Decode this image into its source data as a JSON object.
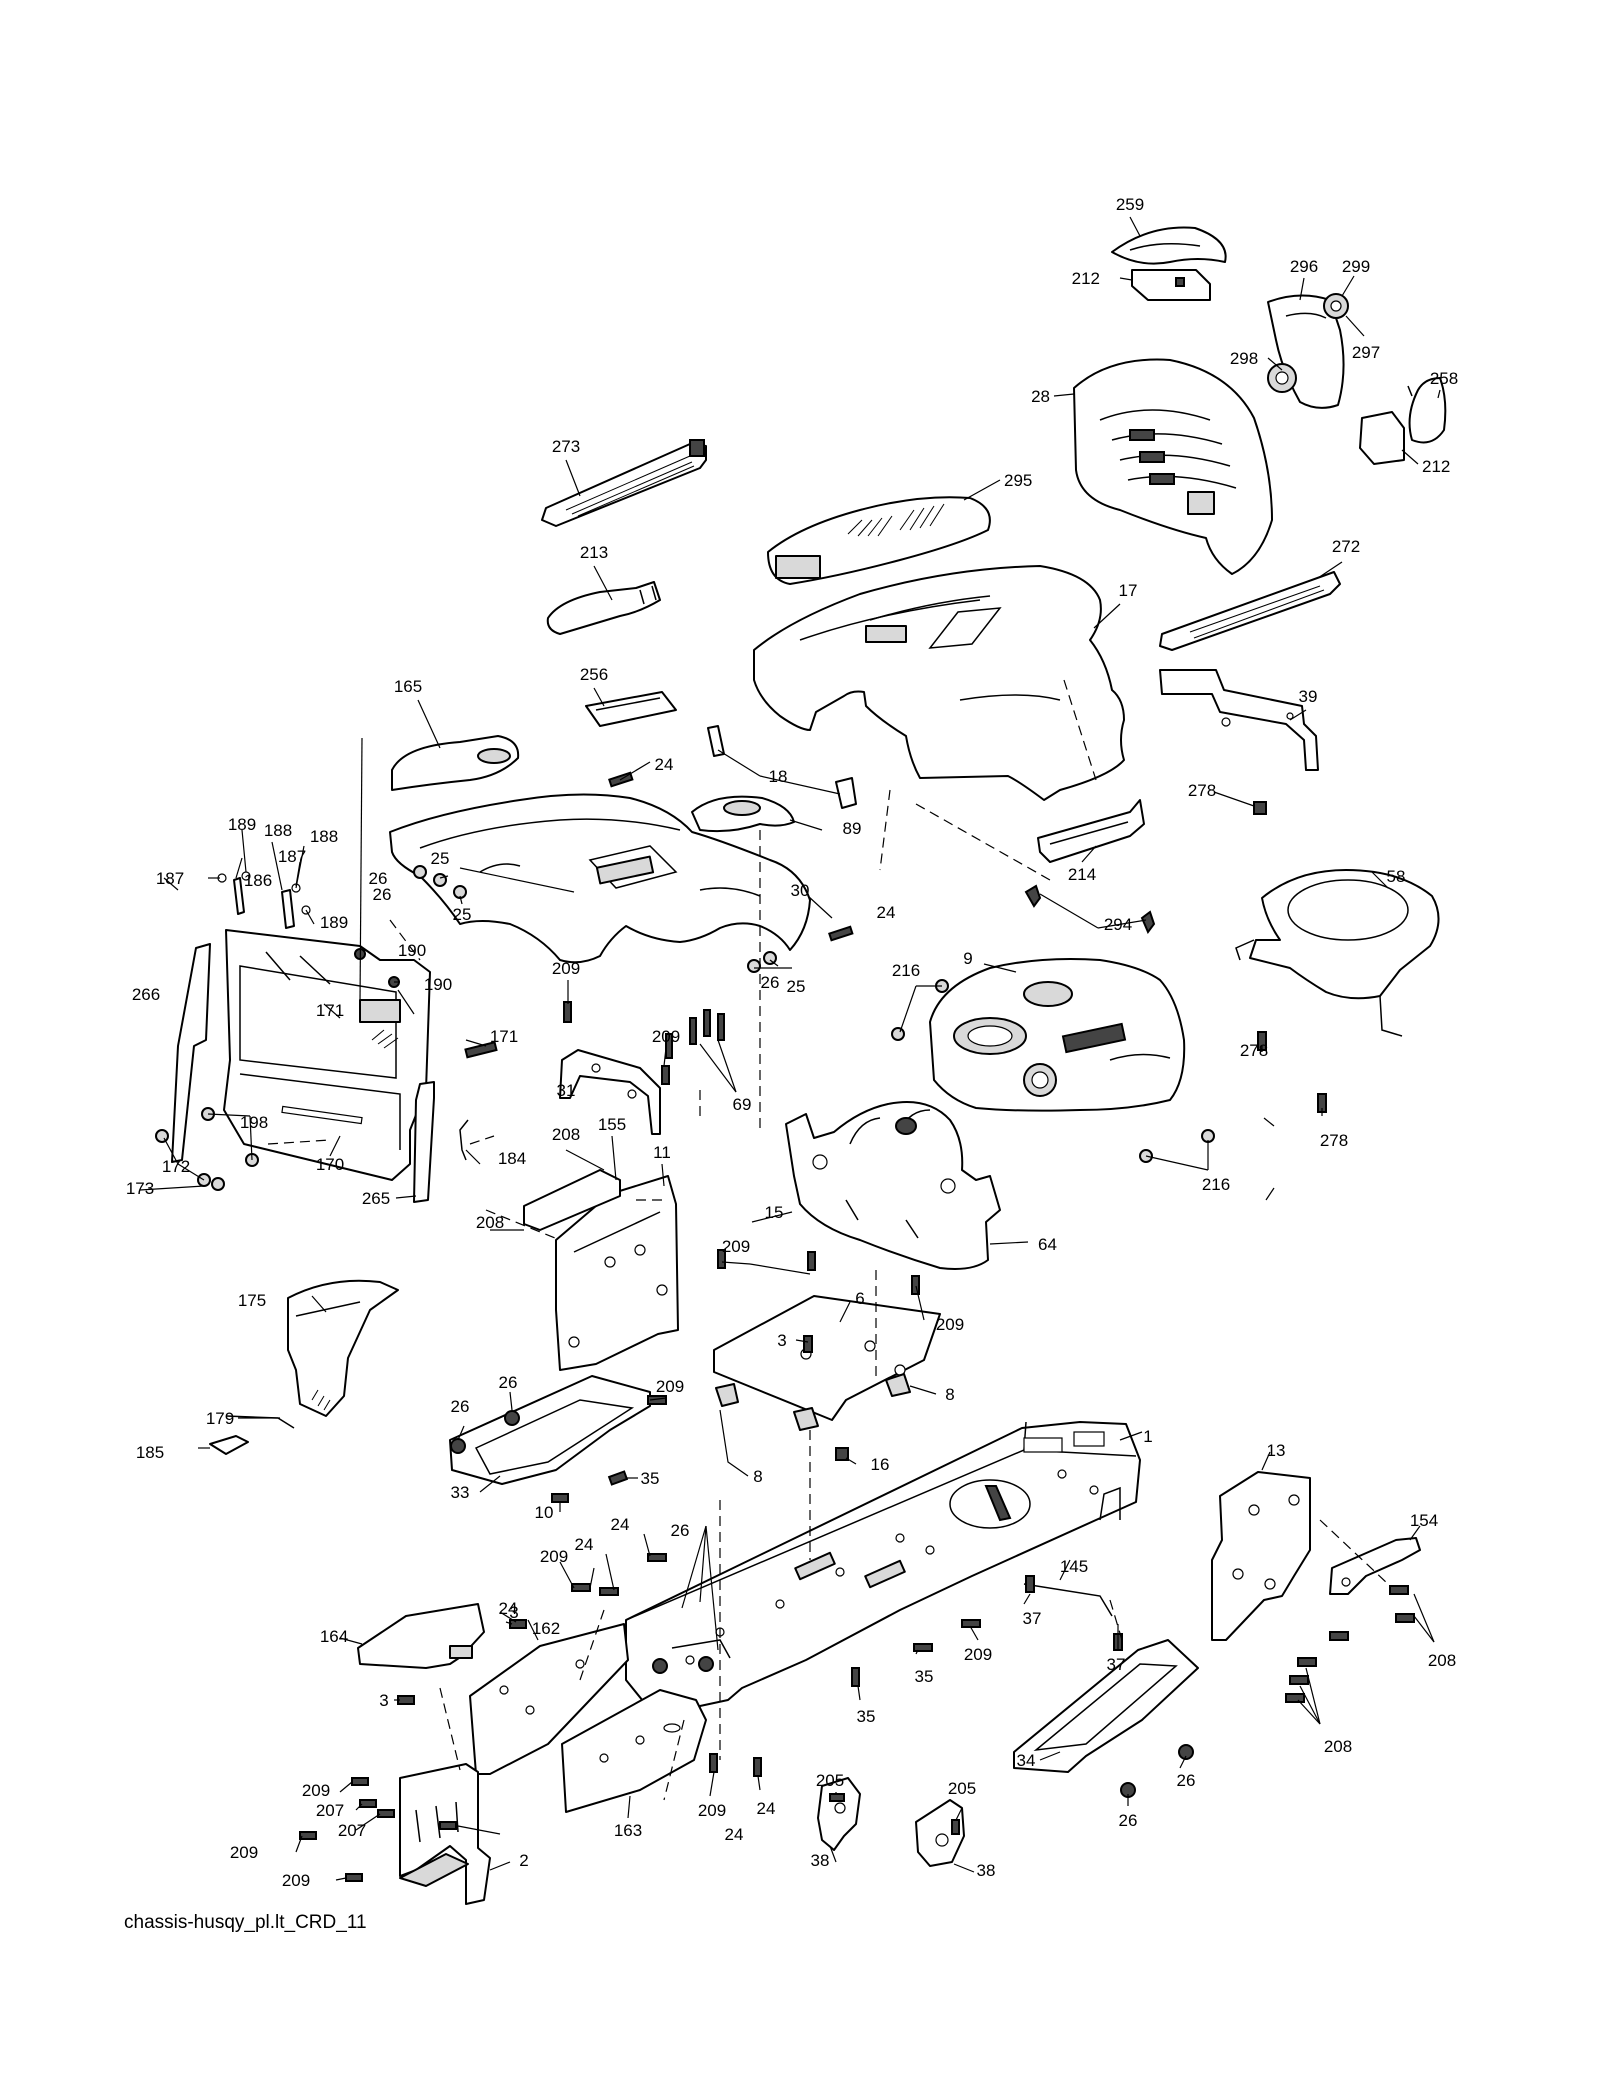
{
  "caption": "chassis-husqy_pl.lt_CRD_11",
  "callouts": [
    "259",
    "212",
    "296",
    "299",
    "298",
    "297",
    "28",
    "258",
    "212",
    "273",
    "295",
    "272",
    "213",
    "17",
    "39",
    "165",
    "256",
    "24",
    "18",
    "89",
    "278",
    "214",
    "189",
    "188",
    "188",
    "187",
    "187",
    "186",
    "189",
    "25",
    "26",
    "26",
    "25",
    "30",
    "24",
    "58",
    "294",
    "9",
    "216",
    "266",
    "190",
    "190",
    "171",
    "171",
    "209",
    "26",
    "25",
    "209",
    "69",
    "31",
    "198",
    "172",
    "173",
    "170",
    "265",
    "184",
    "278",
    "278",
    "216",
    "208",
    "155",
    "11",
    "15",
    "64",
    "208",
    "209",
    "6",
    "209",
    "3",
    "175",
    "26",
    "209",
    "8",
    "26",
    "8",
    "16",
    "179",
    "185",
    "33",
    "35",
    "10",
    "1",
    "13",
    "154",
    "24",
    "26",
    "209",
    "24",
    "24",
    "145",
    "37",
    "37",
    "209",
    "208",
    "164",
    "3",
    "162",
    "3",
    "35",
    "35",
    "208",
    "34",
    "26",
    "26",
    "209",
    "205",
    "205",
    "207",
    "207",
    "209",
    "209",
    "163",
    "209",
    "24",
    "24",
    "2",
    "38",
    "38"
  ]
}
